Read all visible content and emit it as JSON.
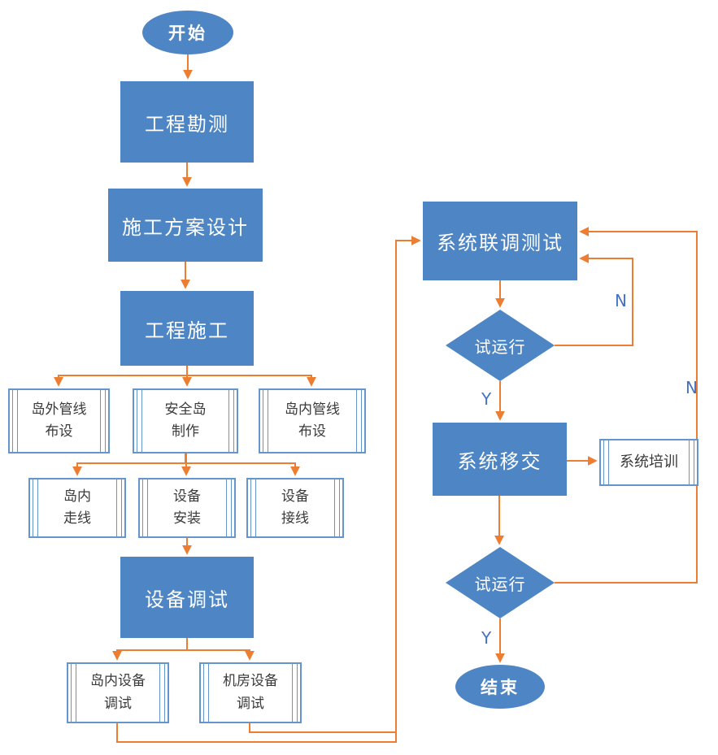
{
  "colors": {
    "node_blue": "#4E86C5",
    "arrow_orange": "#ED7D31",
    "edge_label_blue": "#4472C4",
    "predef_border_blue": "#6496CD"
  },
  "nodes": {
    "start": {
      "label": "开始",
      "shape": "ellipse"
    },
    "survey": {
      "label": "工程勘测",
      "shape": "rect"
    },
    "design": {
      "label": "施工方案设计",
      "shape": "rect"
    },
    "construction": {
      "label": "工程施工",
      "shape": "rect"
    },
    "pipeline_outside": {
      "label": "岛外管线\n布设",
      "shape": "predefined-process"
    },
    "island_making": {
      "label": "安全岛\n制作",
      "shape": "predefined-process"
    },
    "pipeline_inside": {
      "label": "岛内管线\n布设",
      "shape": "predefined-process"
    },
    "island_wiring": {
      "label": "岛内\n走线",
      "shape": "predefined-process"
    },
    "equipment_install": {
      "label": "设备\n安装",
      "shape": "predefined-process"
    },
    "equipment_wiring": {
      "label": "设备\n接线",
      "shape": "predefined-process"
    },
    "equipment_debug": {
      "label": "设备调试",
      "shape": "rect"
    },
    "island_equipment_debug": {
      "label": "岛内设备\n调试",
      "shape": "predefined-process"
    },
    "room_equipment_debug": {
      "label": "机房设备\n调试",
      "shape": "predefined-process"
    },
    "joint_test": {
      "label": "系统联调测试",
      "shape": "rect"
    },
    "trial_run_1": {
      "label": "试运行",
      "shape": "diamond"
    },
    "handover": {
      "label": "系统移交",
      "shape": "rect"
    },
    "training": {
      "label": "系统培训",
      "shape": "predefined-process"
    },
    "trial_run_2": {
      "label": "试运行",
      "shape": "diamond"
    },
    "end": {
      "label": "结束",
      "shape": "ellipse"
    }
  },
  "edge_labels": {
    "trial1_yes": "Y",
    "trial1_no": "N",
    "trial2_yes": "Y",
    "trial2_no": "N"
  }
}
